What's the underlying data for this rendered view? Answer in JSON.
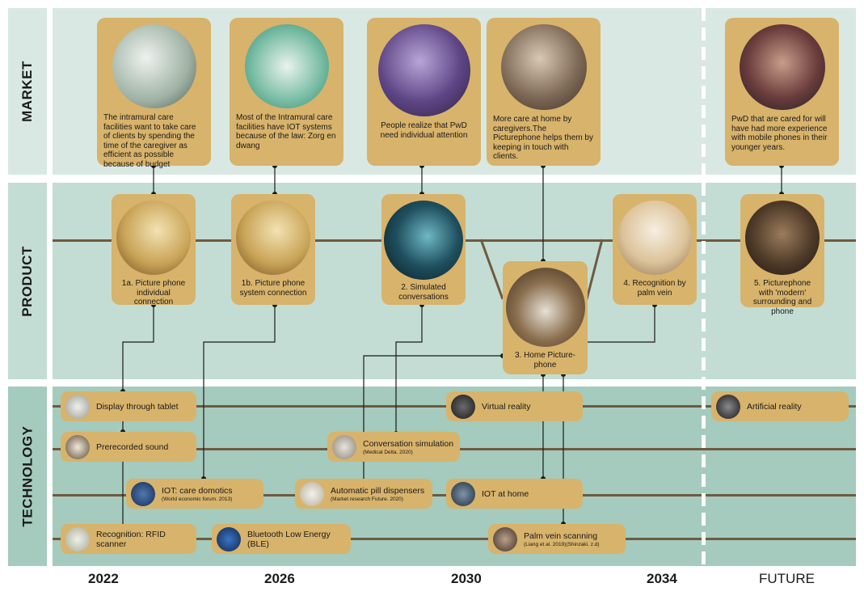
{
  "bands": {
    "market": "MARKET",
    "product": "PRODUCT",
    "technology": "TECHNOLOGY"
  },
  "years": [
    "2022",
    "2026",
    "2030",
    "2034",
    "FUTURE"
  ],
  "market_cards": [
    {
      "text": "The intramural care facilities want to take care of clients by spending the time of the caregiver as efficient as possible because of  budget",
      "icon": "paperwork-photo-icon"
    },
    {
      "text": "Most of the Intramural care facilities have IOT systems because of the law: Zorg en dwang",
      "icon": "iot-network-illustration-icon"
    },
    {
      "text": "People realize that PwD need individual attention",
      "icon": "caregiver-photo-icon"
    },
    {
      "text": "More care at home by caregivers.The Picturephone helps them by keeping in touch with clients.",
      "icon": "home-care-photo-icon"
    },
    {
      "text": "PwD that are cared for will have had more experience with mobile phones in their younger years.",
      "icon": "mobile-phone-photo-icon"
    }
  ],
  "product_cards": [
    {
      "text": "1a. Picture phone individual connection",
      "icon": "picture-phone-room-icon"
    },
    {
      "text": "1b. Picture phone system connection",
      "icon": "picture-phone-room-icon"
    },
    {
      "text": "2. Simulated conversations",
      "icon": "ai-face-icon"
    },
    {
      "text": "3. Home Picture-phone",
      "icon": "desk-telephone-icon"
    },
    {
      "text": "4. Recognition by palm vein",
      "icon": "palm-scanner-icon"
    },
    {
      "text": "5. Picturephone with 'modern' surrounding and phone",
      "icon": "flip-phone-icon"
    }
  ],
  "tech_items": [
    {
      "label": "Display through tablet",
      "sub": "",
      "icon": "tablet-icon"
    },
    {
      "label": "Prerecorded sound",
      "sub": "",
      "icon": "sound-wave-icon"
    },
    {
      "label": "IOT: care domotics",
      "sub": "(World economic forum. 2013)",
      "icon": "iot-icon"
    },
    {
      "label": "Recognition: RFID scanner",
      "sub": "",
      "icon": "rfid-scanner-icon"
    },
    {
      "label": "Bluetooth Low Energy (BLE)",
      "sub": "",
      "icon": "circuit-board-icon"
    },
    {
      "label": "Conversation simulation",
      "sub": "(Medical Delta. 2020)",
      "icon": "telephone-icon"
    },
    {
      "label": "Automatic pill dispensers",
      "sub": "(Market research Future. 2020)",
      "icon": "pill-dispenser-icon"
    },
    {
      "label": "Virtual reality",
      "sub": "",
      "icon": "vr-headset-icon"
    },
    {
      "label": "IOT at home",
      "sub": "",
      "icon": "smart-home-icon"
    },
    {
      "label": "Palm vein scanning",
      "sub": "(Liang et al. 2019)(Shinzaki. z.d)",
      "icon": "palm-scan-icon"
    },
    {
      "label": "Artificial reality",
      "sub": "",
      "icon": "person-hologram-icon"
    }
  ],
  "colors": {
    "market_band": "#d9e8e2",
    "product_band": "#c3ddd5",
    "technology_band": "#a4cbbd",
    "card": "#d8b36b",
    "track": "#6f5a40"
  }
}
